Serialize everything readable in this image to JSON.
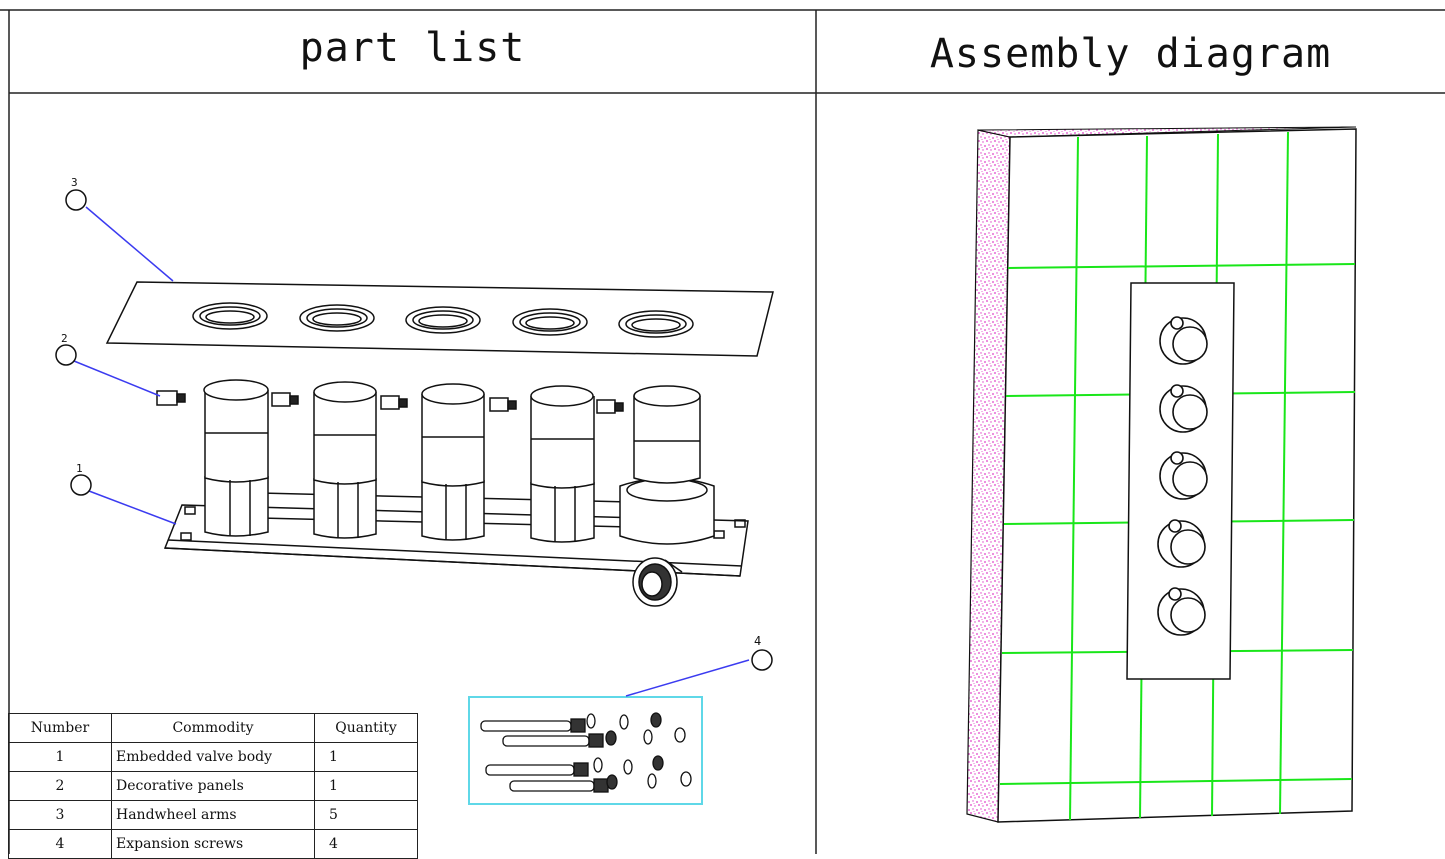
{
  "headers": {
    "left_title": "part list",
    "right_title": "Assembly diagram"
  },
  "callouts": [
    "3",
    "2",
    "1",
    "4"
  ],
  "parts_table": {
    "columns": [
      "Number",
      "Commodity",
      "Quantity"
    ],
    "rows": [
      {
        "number": "1",
        "commodity": "Embedded valve body",
        "quantity": "1"
      },
      {
        "number": "2",
        "commodity": "Decorative panels",
        "quantity": "1"
      },
      {
        "number": "3",
        "commodity": "Handwheel arms",
        "quantity": "5"
      },
      {
        "number": "4",
        "commodity": "Expansion screws",
        "quantity": "4"
      }
    ]
  },
  "colors": {
    "leader": "#3b3bf0",
    "screw_box": "#5fd8e8",
    "tile_grid": "#19e619",
    "wall_speckle": "#e040c8",
    "line": "#111111"
  }
}
